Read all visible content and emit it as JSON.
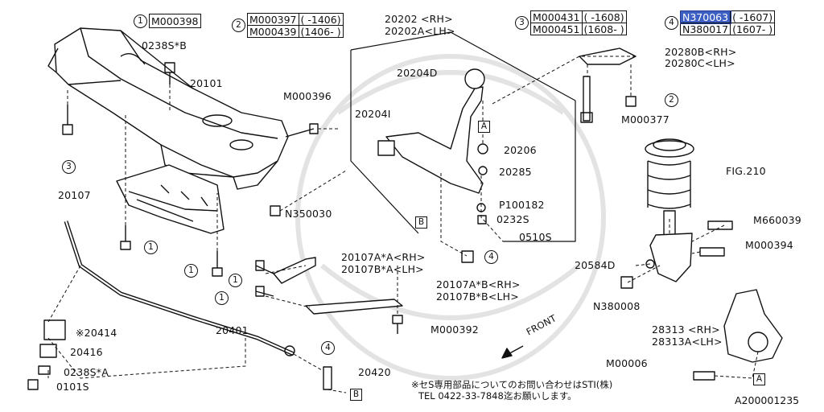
{
  "legend": {
    "t1": {
      "key": "1",
      "part": "M000398"
    },
    "t2": {
      "key": "2",
      "rows": [
        [
          "M000397",
          "( -1406)"
        ],
        [
          "M000439",
          "(1406- )"
        ]
      ]
    },
    "t3": {
      "key": "3",
      "rows": [
        [
          "M000431",
          "( -1608)"
        ],
        [
          "M000451",
          "(1608- )"
        ]
      ]
    },
    "t4": {
      "key": "4",
      "rows": [
        [
          "N370063",
          "( -1607)"
        ],
        [
          "N380017",
          "(1607- )"
        ]
      ],
      "highlighted": "N370063"
    }
  },
  "labels": {
    "p20202": "20202 <RH>",
    "p20202a": "20202A<LH>",
    "p0238sb": "0238S*B",
    "p20101": "20101",
    "pm000396": "M000396",
    "p20204d": "20204D",
    "p20204i": "20204I",
    "p20206": "20206",
    "p20285": "20285",
    "pp100182": "P100182",
    "p0232s": "0232S",
    "p0510s": "0510S",
    "p20280b": "20280B<RH>",
    "p20280c": "20280C<LH>",
    "pm000377": "M000377",
    "pfig210": "FIG.210",
    "pm660039": "M660039",
    "pm000394": "M000394",
    "p20584d": "20584D",
    "pn380008": "N380008",
    "p20107": "20107",
    "pn350030": "N350030",
    "p20107aa": "20107A*A<RH>",
    "p20107ba": "20107B*A<LH>",
    "p20107ab": "20107A*B<RH>",
    "p20107bb": "20107B*B<LH>",
    "pm000392": "M000392",
    "p20414": "※20414",
    "p20416": "20416",
    "p0238sa": "0238S*A",
    "p0101s": "0101S",
    "p20401": "20401",
    "p20420": "20420",
    "p28313": "28313 <RH>",
    "p28313a": "28313A<LH>",
    "pm00006": "M00006",
    "front": "FRONT"
  },
  "markers": {
    "c1": "1",
    "c2": "2",
    "c3": "3",
    "c4": "4",
    "a": "A",
    "b": "B"
  },
  "footer": {
    "note": "※セS専用部品についてのお問い合わせはSTI(株)",
    "tel": "TEL 0422-33-7848迄お願いします。",
    "code": "A200001235"
  }
}
